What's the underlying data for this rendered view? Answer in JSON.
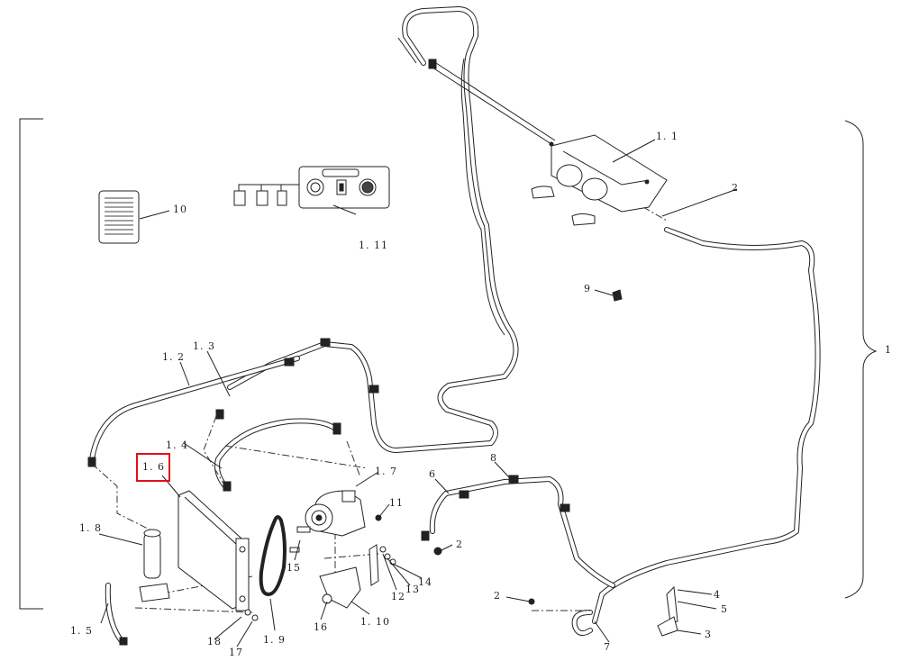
{
  "callouts": {
    "c1": "1",
    "c1_1": "1. 1",
    "c1_2": "1. 2",
    "c1_3": "1. 3",
    "c1_4": "1. 4",
    "c1_5": "1. 5",
    "c1_6": "1. 6",
    "c1_7": "1. 7",
    "c1_8": "1. 8",
    "c1_9": "1. 9",
    "c1_10": "1. 10",
    "c1_11": "1. 11",
    "c2a": "2",
    "c2b": "2",
    "c2c": "2",
    "c3": "3",
    "c4": "4",
    "c5": "5",
    "c6": "6",
    "c7": "7",
    "c8": "8",
    "c9": "9",
    "c10": "10",
    "c11": "11",
    "c12": "12",
    "c13": "13",
    "c14": "14",
    "c15": "15",
    "c16": "16",
    "c17": "17",
    "c18": "18"
  },
  "highlight": {
    "target": "1. 6",
    "color": "#e0101a"
  },
  "colors": {
    "ink": "#222222",
    "background": "#ffffff"
  }
}
